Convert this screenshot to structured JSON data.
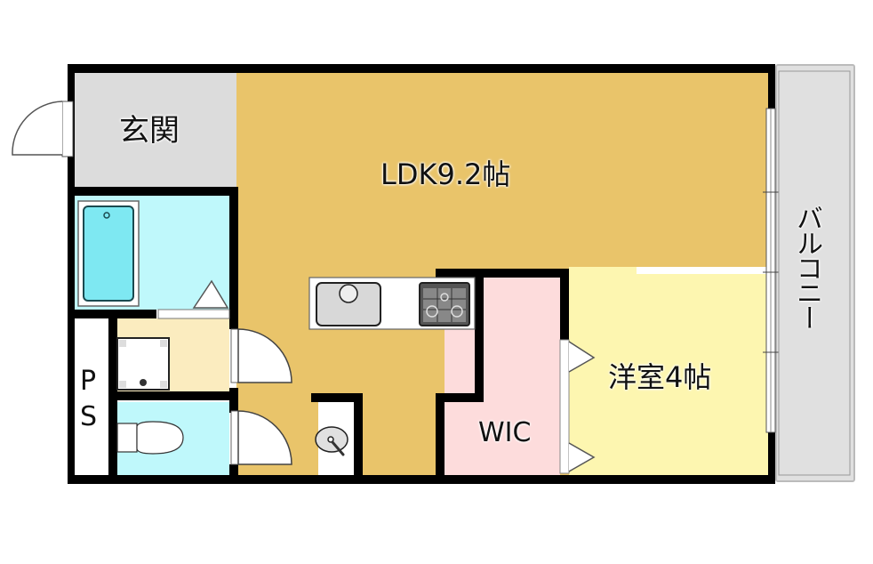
{
  "floorplan": {
    "rooms": {
      "genkan": {
        "label": "玄関",
        "color": "#dcdcdc"
      },
      "ldk": {
        "label": "LDK9.2帖",
        "color": "#e9c46a"
      },
      "western_room": {
        "label": "洋室4帖",
        "color": "#fdf6b0"
      },
      "wic": {
        "label": "WIC",
        "color": "#fddcdc"
      },
      "balcony": {
        "label": "バルコニー",
        "color": "#e0e0e0"
      },
      "bath": {
        "label": "",
        "color": "#bff8fb"
      },
      "washroom": {
        "label": "",
        "color": "#fbecbf"
      },
      "toilet": {
        "label": "",
        "color": "#bff8fb"
      },
      "ps": {
        "label_p": "P",
        "label_s": "S",
        "color": "#ffffff"
      }
    },
    "fixtures": [
      "bathtub-icon",
      "washing-machine-pan-icon",
      "toilet-icon",
      "kitchen-sink-icon",
      "gas-stove-icon",
      "wash-basin-icon"
    ],
    "wall_color": "#000000"
  }
}
